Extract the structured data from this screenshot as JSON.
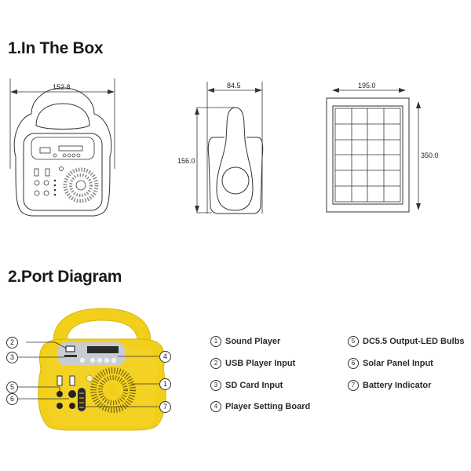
{
  "section1": {
    "title": "1.In The Box",
    "front_view": {
      "width_label": "152.8"
    },
    "side_view": {
      "width_label": "84.5",
      "height_label": "156.0"
    },
    "solar_panel": {
      "width_label": "195.0",
      "height_label": "350.0",
      "grid_cols": 4,
      "grid_rows": 6
    }
  },
  "section2": {
    "title": "2.Port Diagram",
    "callouts": [
      "1",
      "2",
      "3",
      "4",
      "5",
      "6",
      "7"
    ],
    "legend": [
      {
        "num": "1",
        "label": "Sound Player"
      },
      {
        "num": "2",
        "label": "USB Player Input"
      },
      {
        "num": "3",
        "label": "SD Card Input"
      },
      {
        "num": "4",
        "label": "Player Setting Board"
      },
      {
        "num": "5",
        "label": "DC5.5 Output-LED Bulbs"
      },
      {
        "num": "6",
        "label": "Solar Panel Input"
      },
      {
        "num": "7",
        "label": "Battery Indicator"
      }
    ],
    "colors": {
      "body": "#f2cf1a",
      "panel": "#c9ccd0",
      "line": "#333333"
    }
  }
}
